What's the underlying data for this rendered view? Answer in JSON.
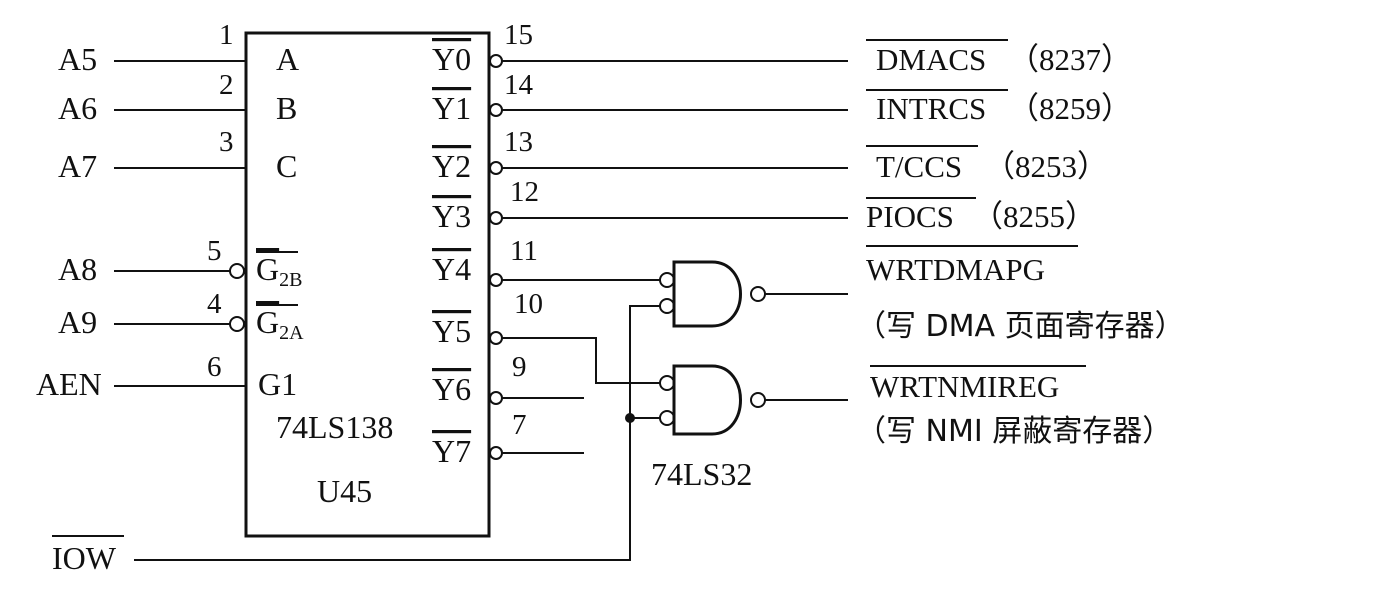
{
  "inputs": {
    "a5": "A5",
    "a6": "A6",
    "a7": "A7",
    "a8": "A8",
    "a9": "A9",
    "aen": "AEN",
    "iow": "IOW"
  },
  "pins": {
    "p1": "1",
    "p2": "2",
    "p3": "3",
    "p4": "4",
    "p5": "5",
    "p6": "6",
    "p15": "15",
    "p14": "14",
    "p13": "13",
    "p12": "12",
    "p11": "11",
    "p10": "10",
    "p9": "9",
    "p7": "7"
  },
  "decoder": {
    "in_a": "A",
    "in_b": "B",
    "in_c": "C",
    "g2b_main": "G",
    "g2b_sub": "2B",
    "g2a_main": "G",
    "g2a_sub": "2A",
    "g1": "G1",
    "part": "74LS138",
    "ref": "U45",
    "y0": "Y0",
    "y1": "Y1",
    "y2": "Y2",
    "y3": "Y3",
    "y4": "Y4",
    "y5": "Y5",
    "y6": "Y6",
    "y7": "Y7"
  },
  "gate_part": "74LS32",
  "outputs": {
    "dmacs": "DMACS",
    "dmacs_chip": "（8237）",
    "intrcs": "INTRCS",
    "intrcs_chip": "（8259）",
    "tccs": "T/CCS",
    "tccs_chip": "（8253）",
    "piocs": "PIOCS",
    "piocs_chip": "（8255）",
    "wrtdmapg": "WRTDMAPG",
    "wrtdmapg_desc": "（写 DMA 页面寄存器）",
    "wrtnmireg": "WRTNMIREG",
    "wrtnmireg_desc": "（写 NMI 屏蔽寄存器）"
  }
}
